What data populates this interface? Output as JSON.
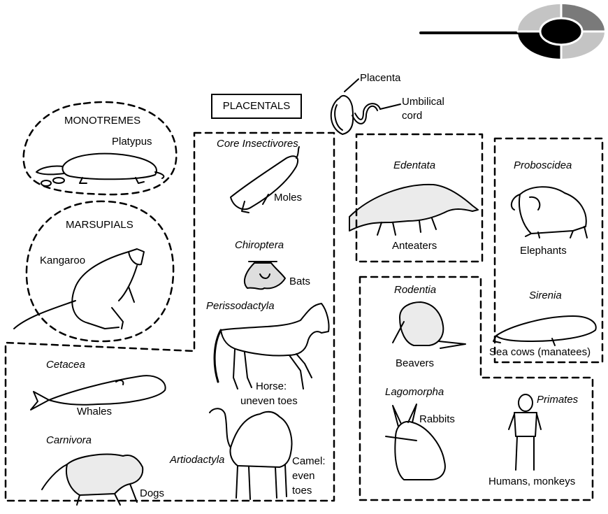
{
  "legend_marker": {
    "colors": {
      "black": "#000000",
      "dark_gray": "#7a7a7a",
      "light_gray": "#c4c4c4"
    }
  },
  "header": {
    "placentals": "PLACENTALS"
  },
  "placenta_inset": {
    "placenta": "Placenta",
    "umbilical_line1": "Umbilical",
    "umbilical_line2": "cord"
  },
  "monotremes": {
    "title": "MONOTREMES",
    "platypus": "Platypus"
  },
  "marsupials": {
    "title": "MARSUPIALS",
    "kangaroo": "Kangaroo"
  },
  "core_insectivores": {
    "order": "Core Insectivores",
    "animal": "Moles"
  },
  "chiroptera": {
    "order": "Chiroptera",
    "animal": "Bats"
  },
  "perissodactyla": {
    "order": "Perissodactyla",
    "animal_line1": "Horse:",
    "animal_line2": "uneven toes"
  },
  "artiodactyla": {
    "order": "Artiodactyla",
    "animal_line1": "Camel:",
    "animal_line2": "even",
    "animal_line3": "toes"
  },
  "cetacea": {
    "order": "Cetacea",
    "animal": "Whales"
  },
  "carnivora": {
    "order": "Carnivora",
    "animal": "Dogs"
  },
  "edentata": {
    "order": "Edentata",
    "animal": "Anteaters"
  },
  "proboscidea": {
    "order": "Proboscidea",
    "animal": "Elephants"
  },
  "sirenia": {
    "order": "Sirenia",
    "animal": "Sea cows (manatees)"
  },
  "rodentia": {
    "order": "Rodentia",
    "animal": "Beavers"
  },
  "lagomorpha": {
    "order": "Lagomorpha",
    "animal": "Rabbits"
  },
  "primates": {
    "order": "Primates",
    "animal": "Humans, monkeys"
  }
}
